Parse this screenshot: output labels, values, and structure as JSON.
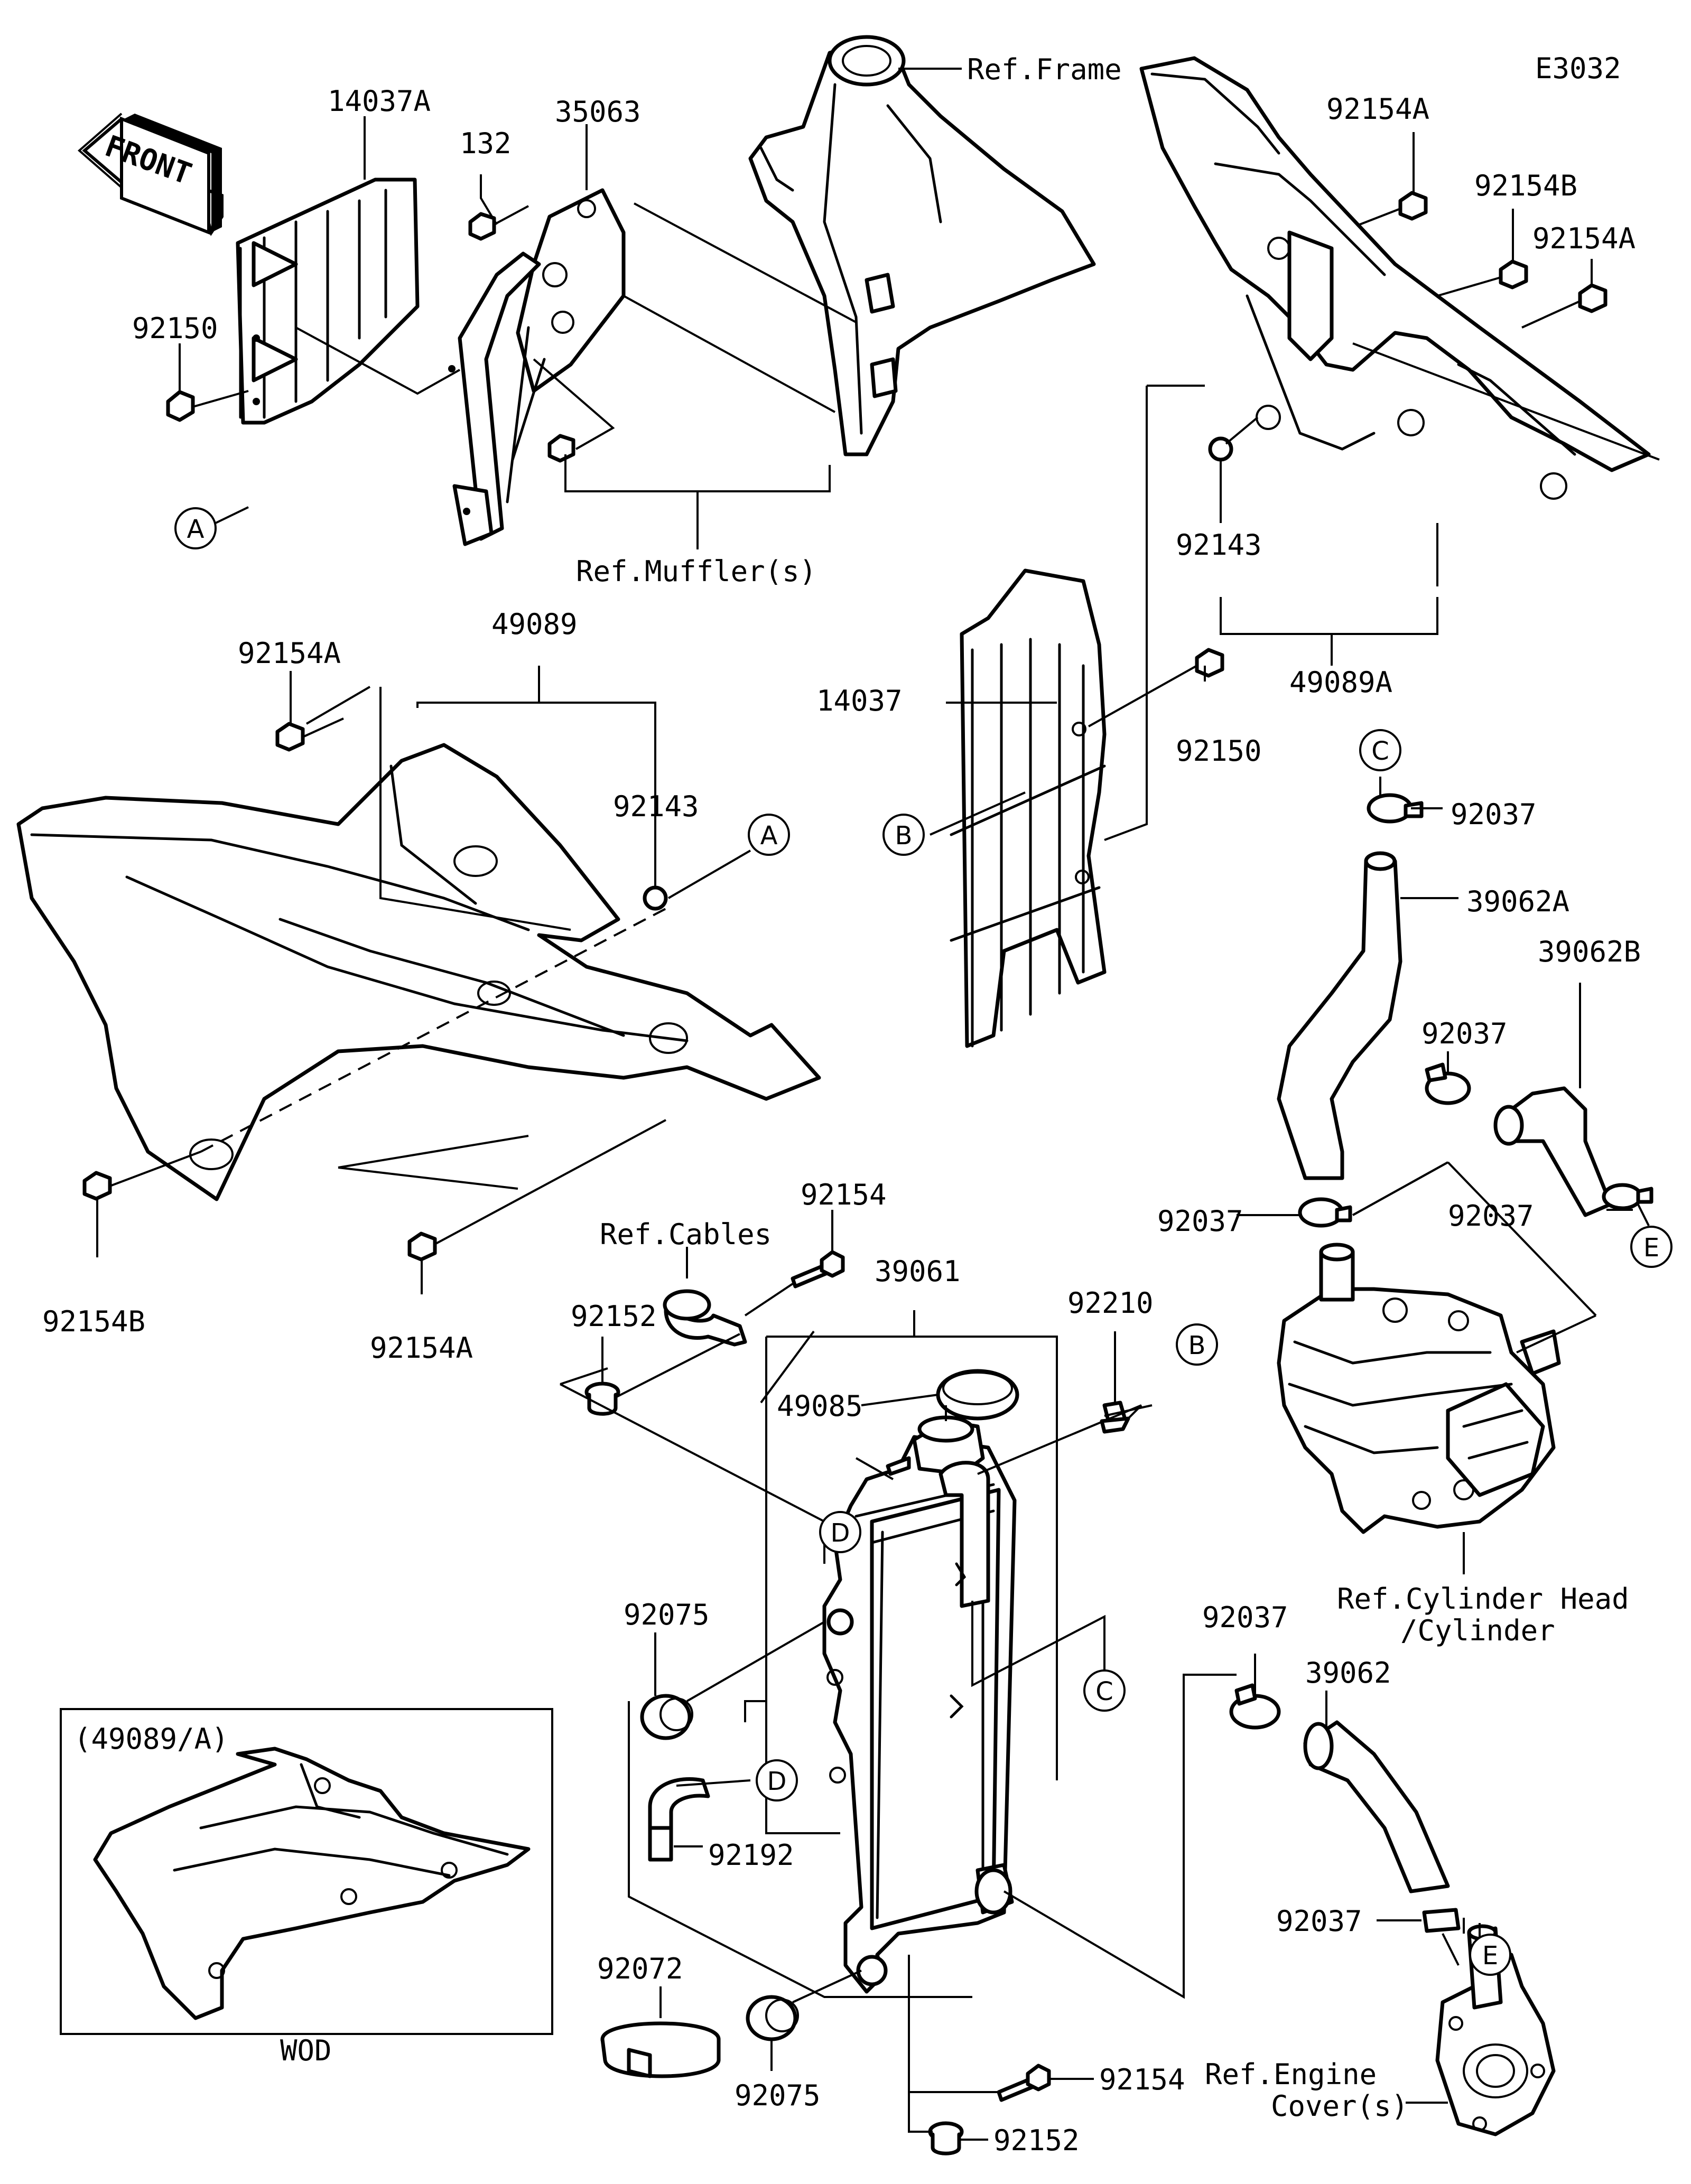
{
  "diagram_code": "E3032",
  "front_label": "FRONT",
  "parts": {
    "p14037A": "14037A",
    "p35063": "35063",
    "p132": "132",
    "p92150_left": "92150",
    "p92154A_top1": "92154A",
    "p92154B_top": "92154B",
    "p92154A_top2": "92154A",
    "p92143_right": "92143",
    "p49089A": "49089A",
    "p14037": "14037",
    "p92150_mid": "92150",
    "p92154A_left": "92154A",
    "p49089": "49089",
    "p92143_left": "92143",
    "p92154B_left": "92154B",
    "p92154A_bottom": "92154A",
    "p92037_c": "92037",
    "p39062A": "39062A",
    "p39062B": "39062B",
    "p92037_mid": "92037",
    "p92037_e": "92037",
    "p92037_left": "92037",
    "p92154_top": "92154",
    "p39061": "39061",
    "p92210": "92210",
    "p92152_top": "92152",
    "p49085": "49085",
    "p92075_top": "92075",
    "p92037_lower": "92037",
    "p39062": "39062",
    "p92192": "92192",
    "p92072": "92072",
    "p92037_bottom": "92037",
    "p92075_bottom": "92075",
    "p92154_bottom": "92154",
    "p92152_bottom": "92152"
  },
  "refs": {
    "frame": "Ref.Frame",
    "muffler": "Ref.Muffler(s)",
    "cables": "Ref.Cables",
    "cyl_line1": "Ref.Cylinder Head",
    "cyl_line2": "/Cylinder",
    "engine_line1": "Ref.Engine",
    "engine_line2": "Cover(s)"
  },
  "callouts": {
    "A": "A",
    "B": "B",
    "C": "C",
    "D": "D",
    "E": "E"
  },
  "inset": {
    "title": "(49089/A)",
    "caption": "WOD"
  }
}
